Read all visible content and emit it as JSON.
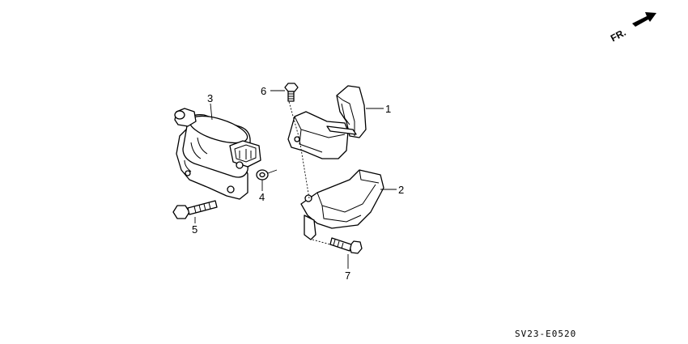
{
  "diagram": {
    "direction_label": "FR.",
    "diagram_code": "SV23-E0520",
    "callouts": [
      {
        "id": "1",
        "text": "1"
      },
      {
        "id": "2",
        "text": "2"
      },
      {
        "id": "3",
        "text": "3"
      },
      {
        "id": "4",
        "text": "4"
      },
      {
        "id": "5",
        "text": "5"
      },
      {
        "id": "6",
        "text": "6"
      },
      {
        "id": "7",
        "text": "7"
      }
    ]
  }
}
